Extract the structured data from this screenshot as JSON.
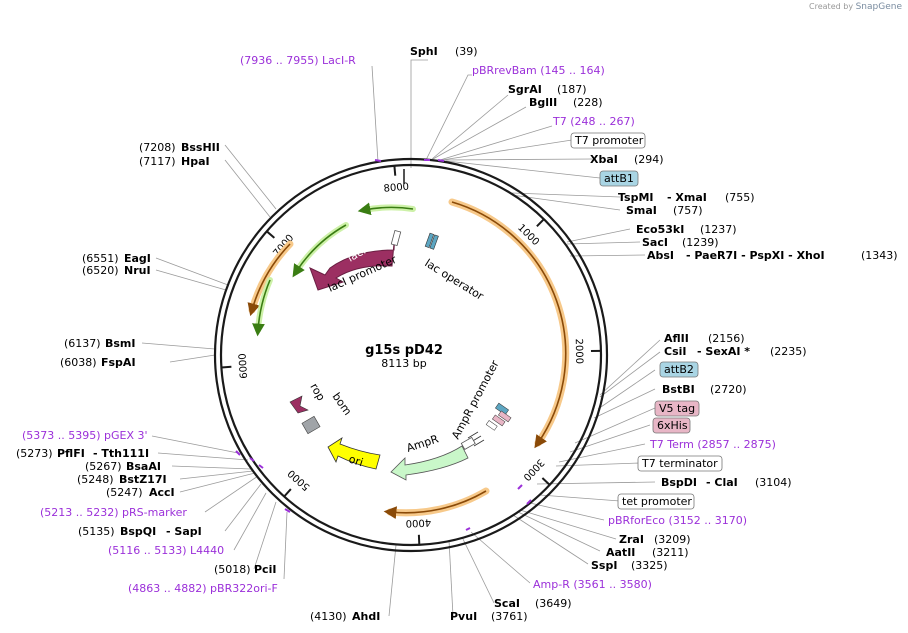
{
  "credit": {
    "prefix": "Created by",
    "brand": "SnapGene"
  },
  "plasmid": {
    "name": "g15s pD42",
    "size": "8113 bp"
  },
  "ticks": [
    "1000",
    "2000",
    "3000",
    "4000",
    "5000",
    "6000",
    "7000",
    "8000"
  ],
  "enzymes": [
    {
      "name": "SphI",
      "pos": "(39)"
    },
    {
      "name": "SgrAI",
      "pos": "(187)"
    },
    {
      "name": "BglII",
      "pos": "(228)"
    },
    {
      "name": "XbaI",
      "pos": "(294)"
    },
    {
      "name": "TspMI",
      "sep": "- XmaI",
      "pos": "(755)"
    },
    {
      "name": "SmaI",
      "pos": "(757)"
    },
    {
      "name": "Eco53kI",
      "pos": "(1237)"
    },
    {
      "name": "SacI",
      "pos": "(1239)"
    },
    {
      "name": "AbsI",
      "sep": "- PaeR7I  - PspXI  - XhoI",
      "pos": "(1343)"
    },
    {
      "name": "AflII",
      "pos": "(2156)"
    },
    {
      "name": "CsiI",
      "sep": "- SexAI *",
      "pos": "(2235)"
    },
    {
      "name": "BstBI",
      "pos": "(2720)"
    },
    {
      "name": "BspDI",
      "sep": "- ClaI",
      "pos": "(3104)"
    },
    {
      "name": "ZraI",
      "pos": "(3209)"
    },
    {
      "name": "AatII",
      "pos": "(3211)"
    },
    {
      "name": "SspI",
      "pos": "(3325)"
    },
    {
      "name": "ScaI",
      "pos": "(3649)"
    },
    {
      "name": "PvuI",
      "pos": "(3761)"
    },
    {
      "name": "AhdI",
      "pos": "(4130)"
    },
    {
      "name": "PciI",
      "pos": "(5018)"
    },
    {
      "name": "BspQI",
      "sep": "- SapI",
      "pos": "(5135)"
    },
    {
      "name": "AccI",
      "pos": "(5247)"
    },
    {
      "name": "BstZ17I",
      "pos": "(5248)"
    },
    {
      "name": "BsaAI",
      "pos": "(5267)"
    },
    {
      "name": "PflFI",
      "sep": "- Tth111I",
      "pos": "(5273)"
    },
    {
      "name": "FspAI",
      "pos": "(6038)"
    },
    {
      "name": "BsmI",
      "pos": "(6137)"
    },
    {
      "name": "NruI",
      "pos": "(6520)"
    },
    {
      "name": "EagI",
      "pos": "(6551)"
    },
    {
      "name": "HpaI",
      "pos": "(7117)"
    },
    {
      "name": "BssHII",
      "pos": "(7208)"
    }
  ],
  "primers": [
    {
      "text": "(7936 .. 7955)  LacI-R"
    },
    {
      "text": "pBRrevBam     (145 .. 164)"
    },
    {
      "text": "T7     (248 .. 267)"
    },
    {
      "text": "T7 Term     (2857 .. 2875)"
    },
    {
      "text": "pBRforEco     (3152 .. 3170)"
    },
    {
      "text": "Amp-R     (3561 .. 3580)"
    },
    {
      "text": "(4863 .. 4882)  pBR322ori-F"
    },
    {
      "text": "(5116 .. 5133)  L4440"
    },
    {
      "text": "(5213 .. 5232)  pRS-marker"
    },
    {
      "text": "(5373 .. 5395)  pGEX 3'"
    }
  ],
  "boxed_features": [
    {
      "text": "T7 promoter",
      "color": "#ffffff"
    },
    {
      "text": "attB1",
      "color": "#a9d5e4"
    },
    {
      "text": "attB2",
      "color": "#a9d5e4"
    },
    {
      "text": "V5 tag",
      "color": "#e8b6c6"
    },
    {
      "text": "6xHis",
      "color": "#e8b6c6"
    },
    {
      "text": "T7 terminator",
      "color": "#ffffff"
    },
    {
      "text": "tet promoter",
      "color": "#ffffff"
    }
  ],
  "inner_features": {
    "lacI": "lacI",
    "lacI_promoter": "lacI promoter",
    "lac_operator": "lac operator",
    "AmpR_promoter": "AmpR promoter",
    "AmpR": "AmpR",
    "ori": "ori",
    "rop": "rop",
    "bom": "bom"
  },
  "colors": {
    "primer": "#9b30d9",
    "orf_orange": "#f0a13c",
    "orf_green": "#8fd13a",
    "lacI": "#9c2f62",
    "ampR": "#c9f7c9",
    "ori": "#ffff00",
    "rop": "#9c2f62",
    "bom": "#a0a4a8"
  }
}
